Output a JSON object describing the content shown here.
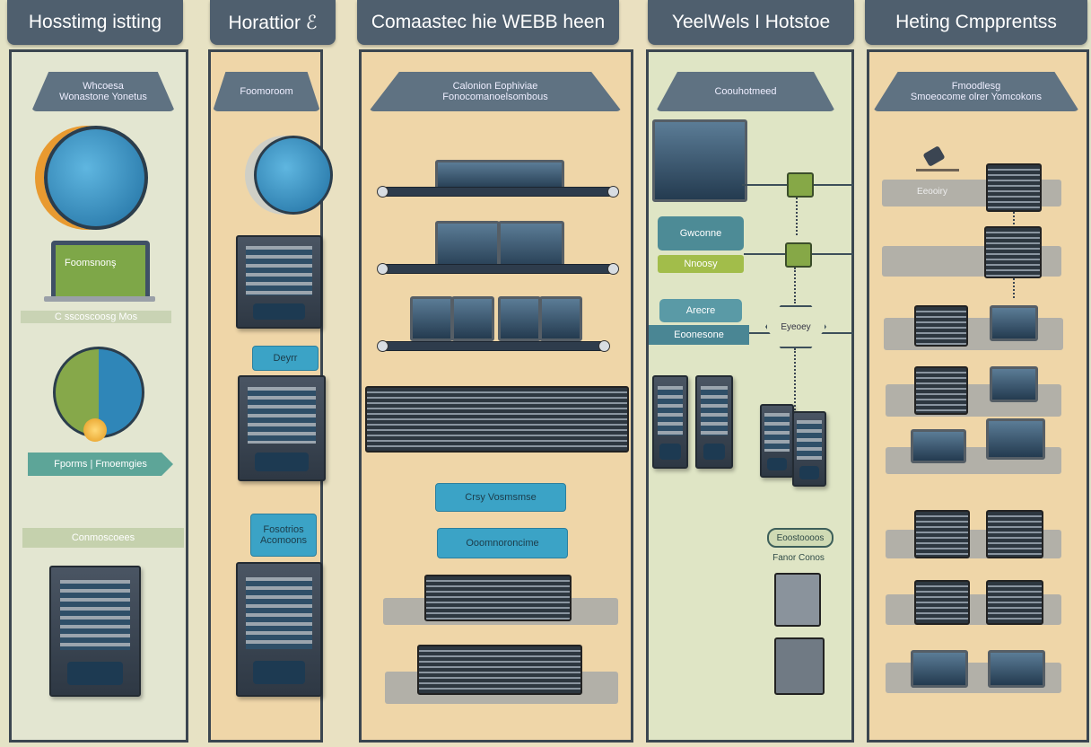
{
  "columns": [
    {
      "header": "Hosstimg istting",
      "subheader": [
        "Whcoesa",
        "Wonastone Yonetus"
      ],
      "items": [
        {
          "type": "globe-icon"
        },
        {
          "type": "laptop",
          "screen_text": "Foomsnonş"
        },
        {
          "type": "label",
          "text": "C    sscoscoosg    Mos"
        },
        {
          "type": "pie-globe-icon"
        },
        {
          "type": "arrow-label",
          "text": "Fporms | Fmoemgies"
        },
        {
          "type": "label",
          "text": "Conmoscoees"
        },
        {
          "type": "server-tower"
        }
      ]
    },
    {
      "header": "Horattior ℰ",
      "subheader": [
        "Foomoroom"
      ],
      "items": [
        {
          "type": "globe-icon"
        },
        {
          "type": "server-tower"
        },
        {
          "type": "button",
          "text": "Deyrr"
        },
        {
          "type": "server-tower"
        },
        {
          "type": "button",
          "text": "Fosotrios Acomoons"
        },
        {
          "type": "server-tower"
        }
      ]
    },
    {
      "header": "Comaastec hie WEBB heen",
      "subheader": [
        "Calonion Eophiviae",
        "Fonocomanoelsombous"
      ],
      "items": [
        {
          "type": "rack-shelf"
        },
        {
          "type": "rack-shelf-double"
        },
        {
          "type": "rack-shelf-quad"
        },
        {
          "type": "server-row"
        },
        {
          "type": "button",
          "text": "Crsy Vosmsmse"
        },
        {
          "type": "button",
          "text": "Ooomnoroncime"
        },
        {
          "type": "server-row-small"
        },
        {
          "type": "server-row-small"
        }
      ]
    },
    {
      "header": "YeelWels I Hotstoe",
      "subheader": [
        "Coouhotmeed"
      ],
      "items": [
        {
          "type": "monitor"
        },
        {
          "type": "label",
          "text": "Gwconne"
        },
        {
          "type": "label",
          "text": "Nnoosy"
        },
        {
          "type": "label",
          "text": "Arecre"
        },
        {
          "type": "label",
          "text": "Eoonesone"
        },
        {
          "type": "hexagon",
          "text": "Eyeoey"
        },
        {
          "type": "pill",
          "text": "Eoostoooos"
        },
        {
          "type": "caption",
          "text": "Fanor Conos"
        }
      ]
    },
    {
      "header": "Heting Cmpprentss",
      "subheader": [
        "Fmoodlesg",
        "Smoeocome olrer Yomcokons"
      ],
      "items": [
        {
          "type": "tray-label",
          "text": "Eeooiry"
        }
      ]
    }
  ]
}
